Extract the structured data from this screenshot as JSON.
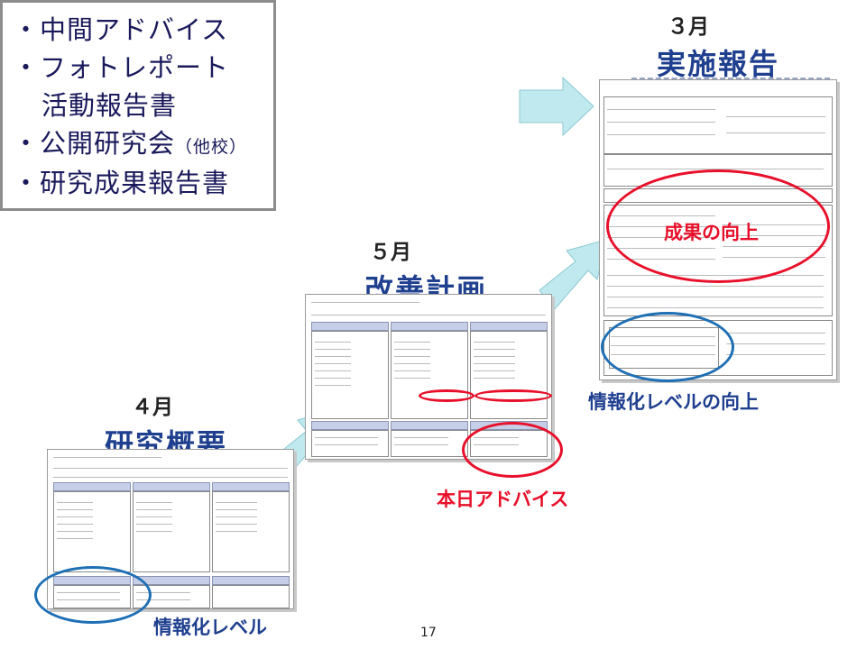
{
  "activities": {
    "items": [
      "・中間アドバイス",
      "・フォトレポート",
      "活動報告書",
      "・公開研究会",
      "（他校）",
      "・研究成果報告書"
    ]
  },
  "stages": {
    "april": {
      "month": "４月",
      "title": "研究概要",
      "caption": "情報化レベル"
    },
    "may": {
      "month": "５月",
      "title": "改善計画",
      "caption": "本日アドバイス"
    },
    "march": {
      "month": "３月",
      "title": "実施報告",
      "caption_red": "成果の向上",
      "caption_blue": "情報化レベルの向上"
    }
  },
  "colors": {
    "red": "#e8102a",
    "blue": "#1f6fb5",
    "arrow": "#bfe9ee",
    "title": "#1f3f8f"
  },
  "page_number": "17"
}
